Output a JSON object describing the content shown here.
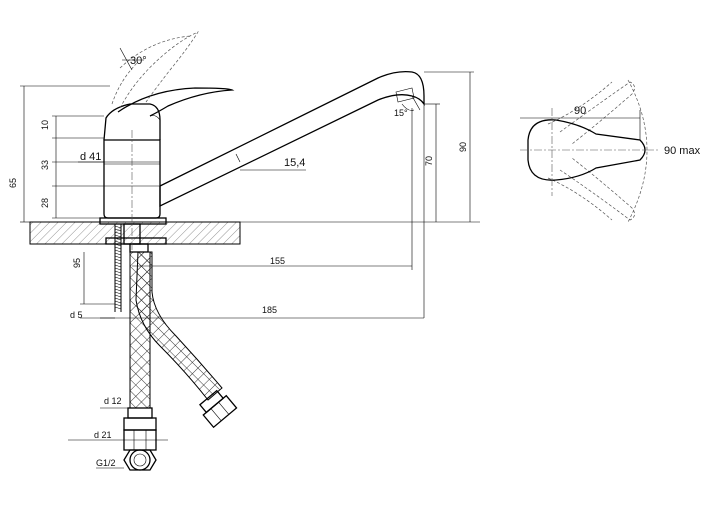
{
  "dimensions": {
    "angle_handle": "30°",
    "angle_spout": "15°",
    "h_lever": "10",
    "h_body_top": "33",
    "h_body_bottom": "28",
    "total_body": "65",
    "body_diameter": "d 41",
    "spout_diameter": "15,4",
    "spout_height": "70",
    "total_height": "90",
    "thread_length": "95",
    "stud_diameter": "d 5",
    "reach_155": "155",
    "reach_185": "185",
    "hose_d12": "d 12",
    "nut_d21": "d 21",
    "thread_g": "G1/2",
    "plan_width": "90",
    "plan_swing": "90 max"
  },
  "colors": {
    "line": "#000000",
    "hatch": "#777777",
    "dim_line": "#333333"
  }
}
